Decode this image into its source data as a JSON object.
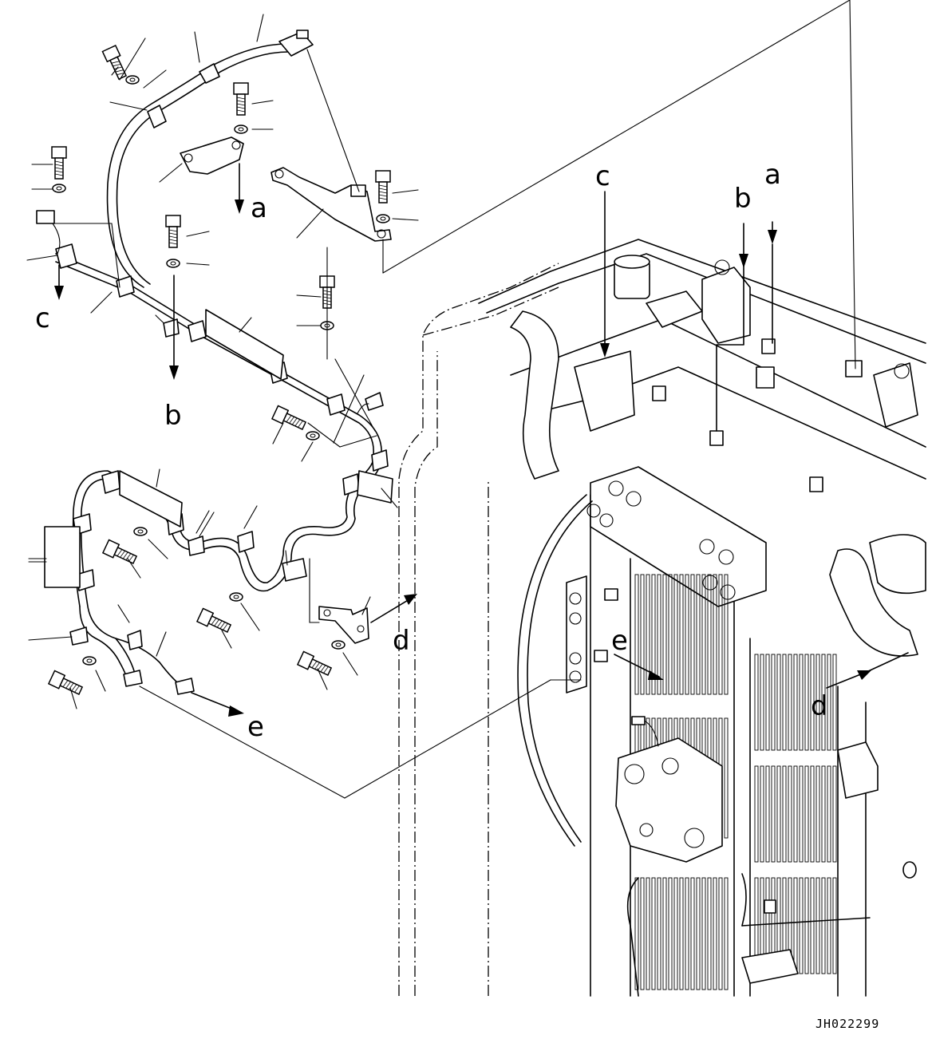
{
  "diagram": {
    "callouts": {
      "a": "a",
      "b": "b",
      "c": "c",
      "d": "d",
      "e": "e"
    },
    "drawing_code": "JH022299"
  }
}
